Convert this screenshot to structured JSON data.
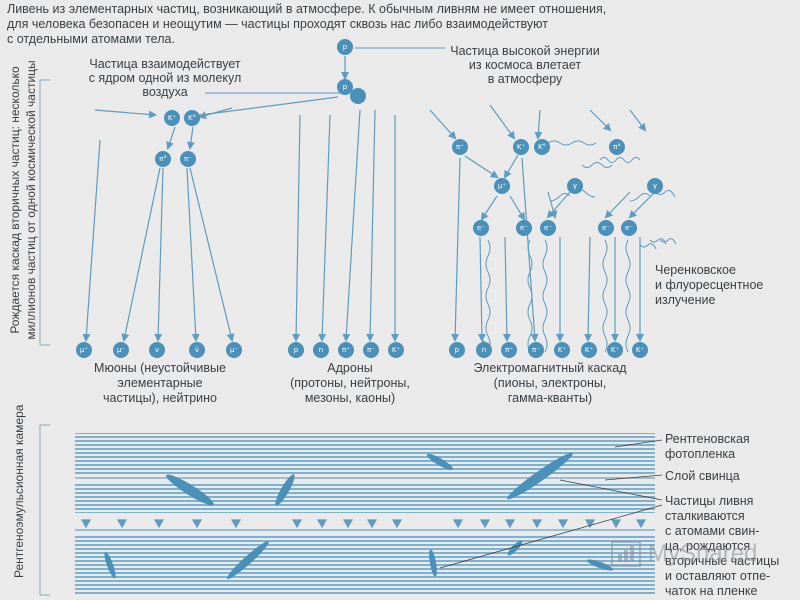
{
  "header": {
    "line1": "Ливень из элементарных частиц, возникающий в атмосфере. К обычным ливням не имеет отношения,",
    "line2": "для человека безопасен и неощутим — частицы проходят сквозь нас либо взаимодействуют",
    "line3": "с отдельными атомами тела."
  },
  "labels": {
    "high_energy_1": "Частица высокой энергии",
    "high_energy_2": "из космоса влетает",
    "high_energy_3": "в атмосферу",
    "interacts_1": "Частица взаимодействует",
    "interacts_2": "с ядром одной из молекул",
    "interacts_3": "воздуха",
    "side_1": "Рождается каскад вторичных частиц: несколько",
    "side_2": "миллионов частиц от одной космической частицы",
    "cherenkov_1": "Черенковское",
    "cherenkov_2": "и флуоресцентное",
    "cherenkov_3": "излучение",
    "muons_1": "Мюоны (неустойчивые",
    "muons_2": "элементарные",
    "muons_3": "частицы), нейтрино",
    "hadrons_1": "Адроны",
    "hadrons_2": "(протоны, нейтроны,",
    "hadrons_3": "мезоны, каоны)",
    "em_1": "Электромагнитный каскад",
    "em_2": "(пионы, электроны,",
    "em_3": "гамма-кванты)",
    "chamber": "Рентгеноэмульсионная камера",
    "film_1": "Рентгеновская",
    "film_2": "фотопленка",
    "lead": "Слой свинца",
    "collide_1": "Частицы ливня",
    "collide_2": "сталкиваются",
    "collide_3": "с атомами свин-",
    "collide_4": "ца, рождаются",
    "collide_5": "вторичные частицы",
    "collide_6": "и оставляют отпе-",
    "collide_7": "чаток на пленке"
  },
  "particles": {
    "p": "p",
    "n": "n",
    "pi_plus": "π⁺",
    "pi_minus": "π⁻",
    "pi_zero": "π°",
    "k_plus": "K⁺",
    "k_zero": "K°",
    "mu_plus": "μ⁺",
    "mu_minus": "μ⁻",
    "nu": "ν",
    "nu_bar": "ν̄",
    "e_minus": "e⁻",
    "gamma": "γ"
  },
  "watermark": "MyShared",
  "colors": {
    "background": "#e9eae9",
    "accent": "#4a90b8",
    "arrow": "#5f9cc0",
    "stripe": "#7fb0cc",
    "text": "#3a3f44"
  }
}
